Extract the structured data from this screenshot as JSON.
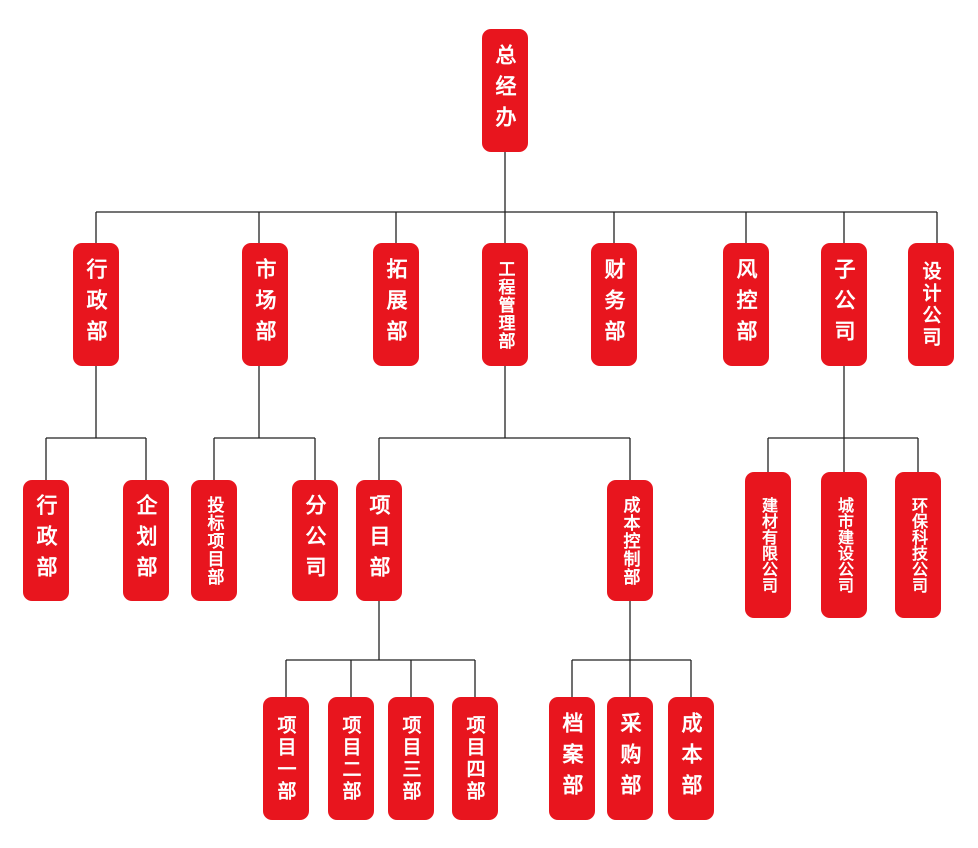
{
  "nodes": {
    "top": "总经办",
    "l1": [
      "行政部",
      "市场部",
      "拓展部",
      "工程管理部",
      "财务部",
      "风控部",
      "子公司",
      "设计公司"
    ],
    "admin": [
      "行政部",
      "企划部"
    ],
    "market": [
      "投标项目部",
      "分公司"
    ],
    "eng": [
      "项目部",
      "成本控制部"
    ],
    "proj": [
      "项目一部",
      "项目二部",
      "项目三部",
      "项目四部"
    ],
    "cost": [
      "档案部",
      "采购部",
      "成本部"
    ],
    "sub": [
      "建材有限公司",
      "城市建设公司",
      "环保科技公司"
    ]
  },
  "colors": {
    "node_fill": "#e8151e",
    "node_text": "#ffffff",
    "connector": "#222222"
  }
}
